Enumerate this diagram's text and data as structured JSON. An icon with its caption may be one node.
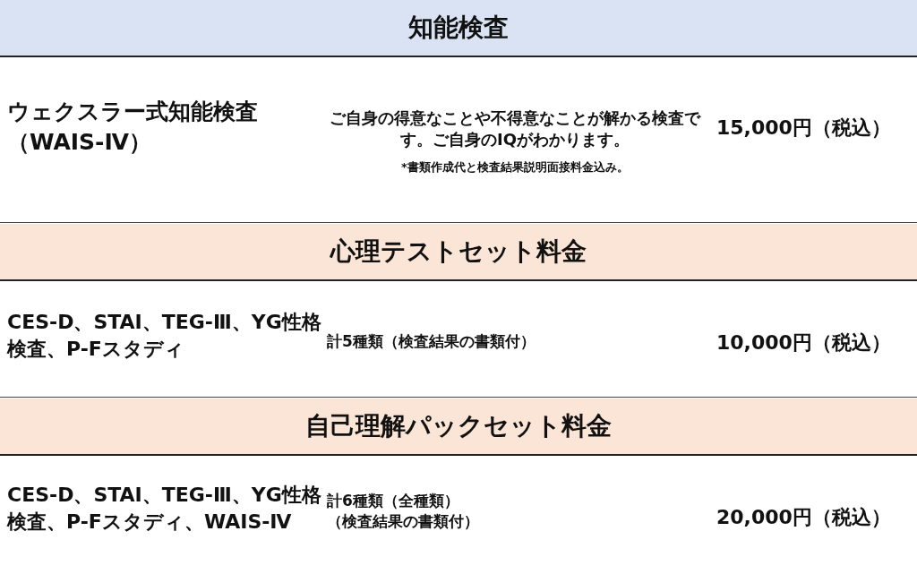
{
  "diagram": {
    "nodes": [
      {
        "text": [
          "知能検査"
        ]
      },
      {
        "text": [
          "心理テストセット料金"
        ]
      },
      {
        "text": [
          "自己理解パックセット料金"
        ]
      }
    ],
    "labels": [
      "ウェクスラー式知能検査（WAIS-Ⅳ）",
      "ご自身の得意なことや不得意なことが解かる検査です。ご自身のIQがわかります。",
      "*書類作成代と検査結果説明面接料金込み。",
      "15,000円（税込）",
      "CES-D、STAI、TEG-Ⅲ、YG性格検査、P-Fスタディ",
      "計5種類（検査結果の書類付）",
      "10,000円（税込）",
      "CES-D、STAI、TEG-Ⅲ、YG性格検査、P-Fスタディ、WAIS-Ⅳ",
      "計6種類（全種類）（検査結果の書類付）",
      "20,000円（税込）"
    ]
  }
}
